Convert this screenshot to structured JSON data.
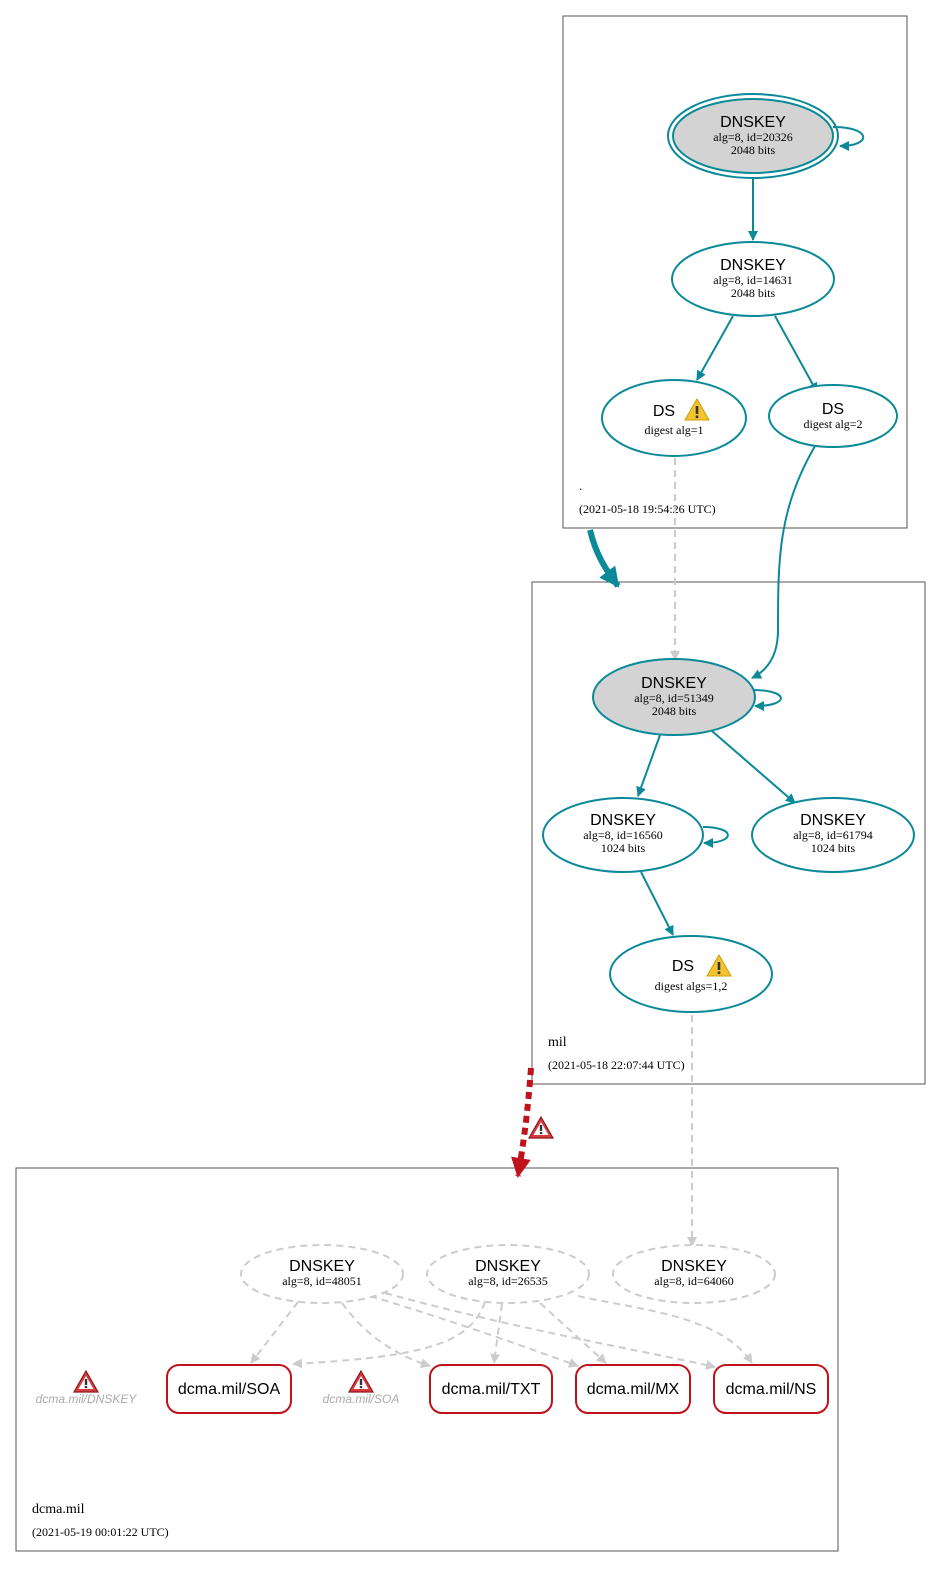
{
  "zones": {
    "root": {
      "name": ".",
      "timestamp": "(2021-05-18 19:54:26 UTC)"
    },
    "mil": {
      "name": "mil",
      "timestamp": "(2021-05-18 22:07:44 UTC)"
    },
    "dcma": {
      "name": "dcma.mil",
      "timestamp": "(2021-05-19 00:01:22 UTC)"
    }
  },
  "nodes": {
    "root_ksk": {
      "title": "DNSKEY",
      "line1": "alg=8, id=20326",
      "line2": "2048 bits"
    },
    "root_zsk": {
      "title": "DNSKEY",
      "line1": "alg=8, id=14631",
      "line2": "2048 bits"
    },
    "root_ds1": {
      "title": "DS",
      "line1": "digest alg=1"
    },
    "root_ds2": {
      "title": "DS",
      "line1": "digest alg=2"
    },
    "mil_ksk": {
      "title": "DNSKEY",
      "line1": "alg=8, id=51349",
      "line2": "2048 bits"
    },
    "mil_zsk1": {
      "title": "DNSKEY",
      "line1": "alg=8, id=16560",
      "line2": "1024 bits"
    },
    "mil_zsk2": {
      "title": "DNSKEY",
      "line1": "alg=8, id=61794",
      "line2": "1024 bits"
    },
    "mil_ds": {
      "title": "DS",
      "line1": "digest algs=1,2"
    },
    "dcma_k1": {
      "title": "DNSKEY",
      "line1": "alg=8, id=48051"
    },
    "dcma_k2": {
      "title": "DNSKEY",
      "line1": "alg=8, id=26535"
    },
    "dcma_k3": {
      "title": "DNSKEY",
      "line1": "alg=8, id=64060"
    }
  },
  "rrsets": {
    "soa": "dcma.mil/SOA",
    "txt": "dcma.mil/TXT",
    "mx": "dcma.mil/MX",
    "ns": "dcma.mil/NS"
  },
  "errors": {
    "dnskey": "dcma.mil/DNSKEY",
    "soa": "dcma.mil/SOA"
  },
  "colors": {
    "secure": "#0a8a99",
    "bogus": "#c0121b",
    "insecure": "#cccccc",
    "ksk_fill": "#d3d3d3",
    "warning": "#f4c430"
  }
}
